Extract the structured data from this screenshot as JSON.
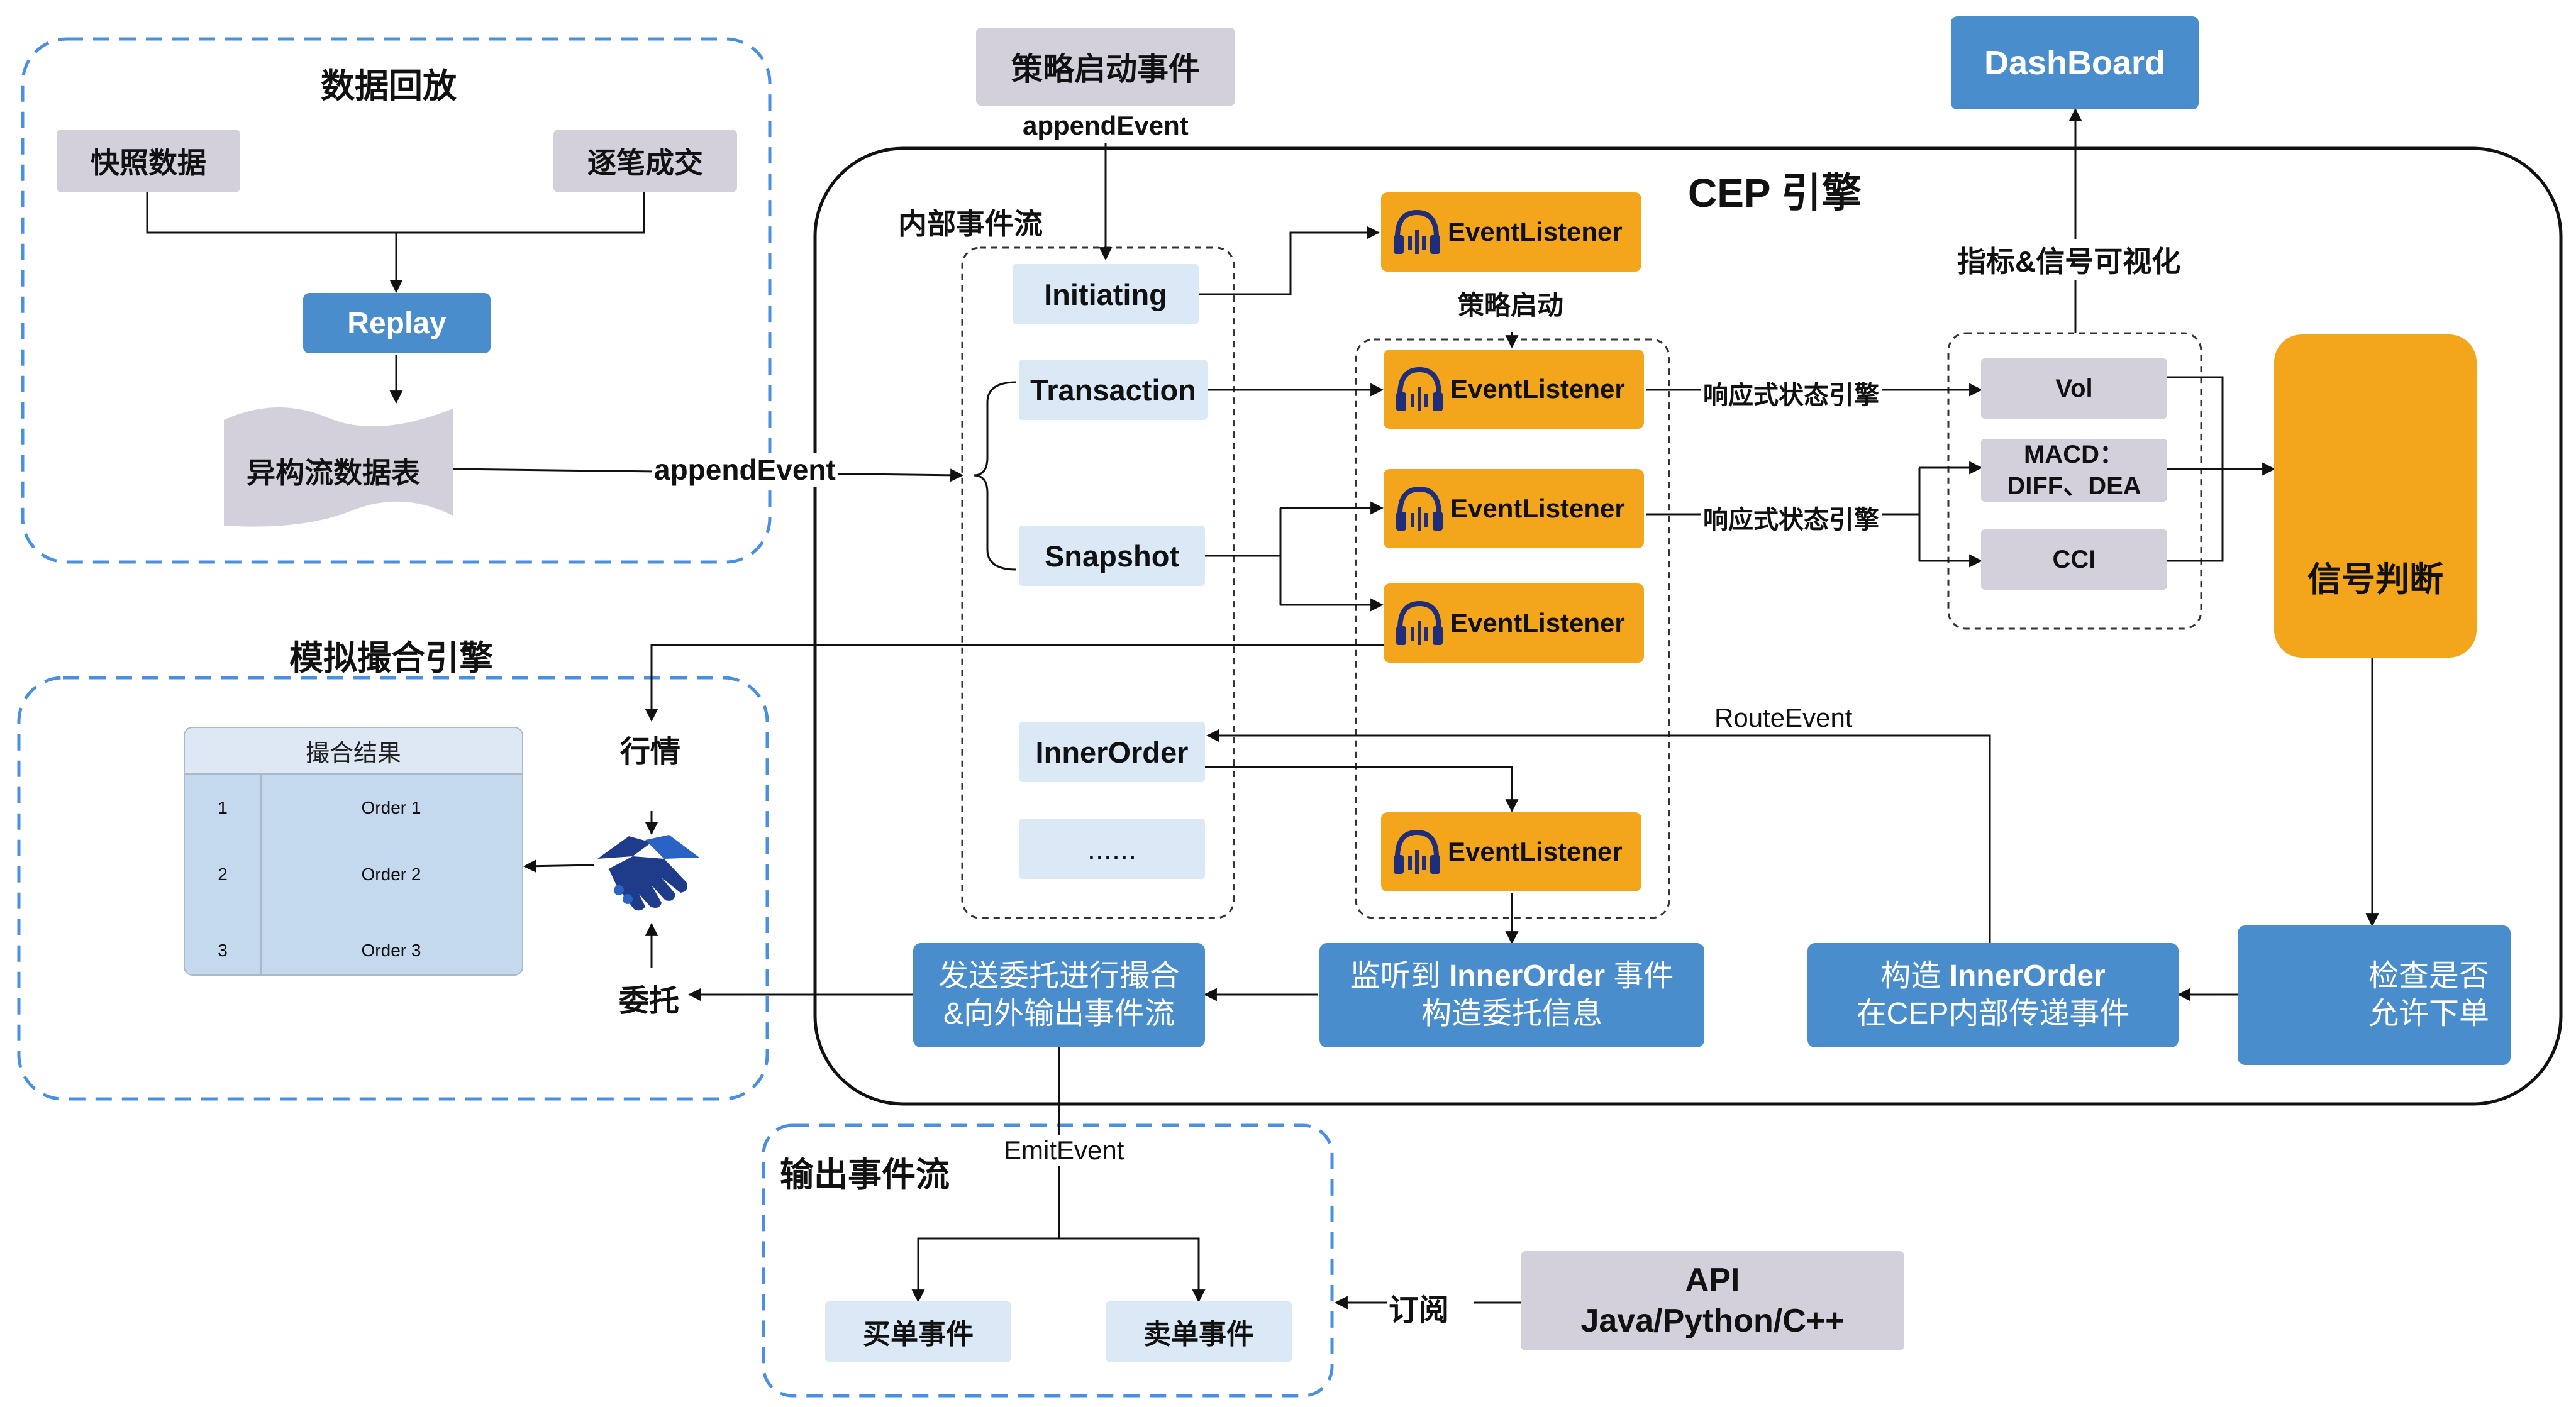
{
  "replay": {
    "title": "数据回放",
    "snapshot_data": "快照数据",
    "tick_trades": "逐笔成交",
    "replay": "Replay",
    "table": "异构流数据表"
  },
  "matching": {
    "title": "模拟撮合引擎",
    "table_header": "撮合结果",
    "rows": [
      {
        "num": "1",
        "order": "Order 1"
      },
      {
        "num": "2",
        "order": "Order 2"
      },
      {
        "num": "3",
        "order": "Order 3"
      }
    ],
    "market": "行情",
    "entrust": "委托"
  },
  "top": {
    "strategy_start_event": "策略启动事件",
    "append_event_top": "appendEvent",
    "append_event_left": "appendEvent",
    "dashboard": "DashBoard"
  },
  "cep": {
    "title": "CEP 引擎",
    "internal_stream": "内部事件流",
    "events": [
      "Initiating",
      "Transaction",
      "Snapshot",
      "InnerOrder",
      "......"
    ],
    "listener_label": "EventListener",
    "strategy_start": "策略启动",
    "reactive_engine_1": "响应式状态引擎",
    "reactive_engine_2": "响应式状态引擎",
    "visualize": "指标&信号可视化",
    "indicators": {
      "vol": "Vol",
      "macd_line1": "MACD：",
      "macd_line2": "DIFF、DEA",
      "cci": "CCI"
    },
    "signal": "信号判断",
    "route_event": "RouteEvent",
    "check": {
      "line1": "检查是否",
      "line2": "允许下单"
    },
    "construct": {
      "line1_pre": "构造 ",
      "line1_bold": "InnerOrder",
      "line2": "在CEP内部传递事件"
    },
    "listen": {
      "line1_pre": "监听到 ",
      "line1_bold": "InnerOrder",
      "line1_post": " 事件",
      "line2": "构造委托信息"
    },
    "send": {
      "line1": "发送委托进行撮合",
      "line2": "&向外输出事件流"
    }
  },
  "output": {
    "title": "输出事件流",
    "emit": "EmitEvent",
    "buy": "买单事件",
    "sell": "卖单事件",
    "subscribe": "订阅"
  },
  "api": {
    "line1": "API",
    "line2": "Java/Python/C++"
  },
  "colors": {
    "blue": "#4a8dcc",
    "orange": "#f3a51c",
    "gray": "#d3d0dc",
    "light_blue": "#dbe8f5",
    "dash_border": "#4a90e2",
    "icon_navy": "#1f2d7a"
  }
}
